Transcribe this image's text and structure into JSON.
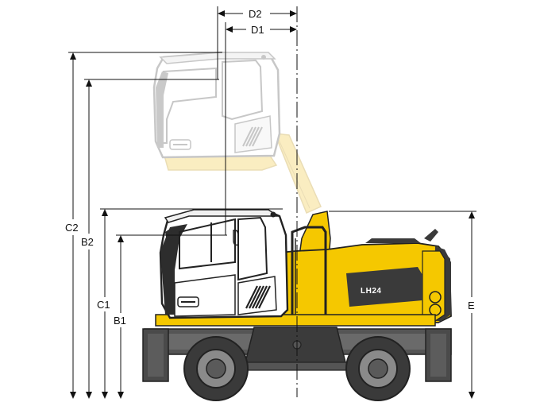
{
  "dimensions": {
    "d2": "D2",
    "d1": "D1",
    "c2": "C2",
    "b2": "B2",
    "c1": "C1",
    "b1": "B1",
    "e": "E"
  },
  "machine": {
    "model_badge": "LH24"
  },
  "colors": {
    "machine_yellow": "#F5C800",
    "machine_dark": "#3a3a3a",
    "cab_white": "#ffffff",
    "ghost_gray": "#bdbdbd",
    "ghost_yellow": "#f6df90",
    "line": "#111111"
  }
}
